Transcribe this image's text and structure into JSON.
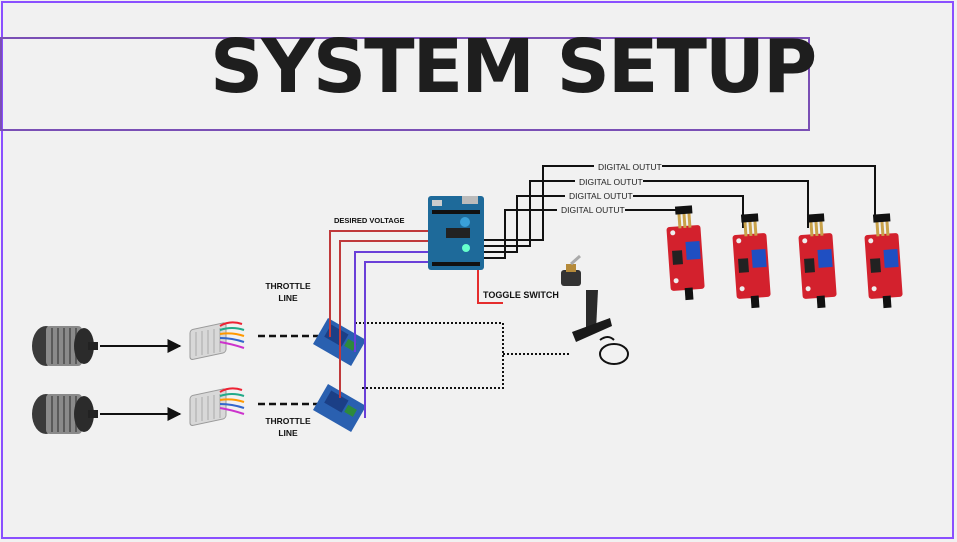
{
  "title": "SYSTEM SETUP",
  "labels": {
    "desired_voltage": "DESIRED VOLTAGE",
    "throttle_line_1": "THROTTLE",
    "throttle_line_2": "LINE",
    "toggle_switch": "TOGGLE SWITCH",
    "digital_output": "DIGITAL OUTUT"
  },
  "colors": {
    "frame": "#8a4fff",
    "red_wire": "#c0393b",
    "purple_wire": "#6a3fd8",
    "sensor_board": "#d3212d",
    "arduino": "#1e6a9a",
    "relay": "#2a60b0"
  },
  "components": {
    "motors": [
      "motor-icon",
      "motor-icon"
    ],
    "controllers": [
      "controller-icon",
      "controller-icon"
    ],
    "relays": [
      "relay-icon",
      "relay-icon"
    ],
    "sensors": [
      "sensor-module-icon",
      "sensor-module-icon",
      "sensor-module-icon",
      "sensor-module-icon"
    ],
    "microcontroller": "arduino-icon",
    "switch": "toggle-switch-icon",
    "pedal": "throttle-pedal-icon"
  }
}
